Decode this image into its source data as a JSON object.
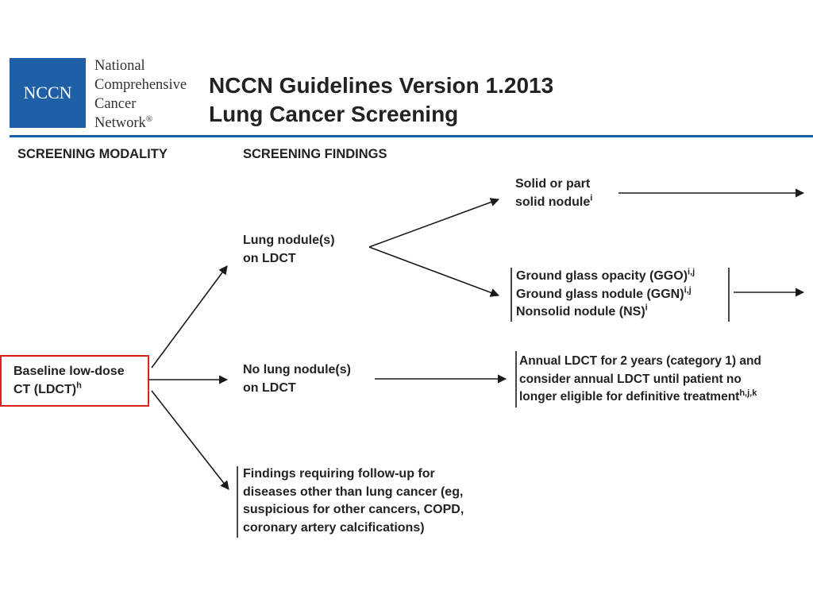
{
  "header": {
    "logo_abbr": "NCCN",
    "org_name_lines": [
      "National",
      "Comprehensive",
      "Cancer",
      "Network"
    ],
    "org_name_mark": "®",
    "title_line1": "NCCN Guidelines Version 1.2013",
    "title_line2": "Lung Cancer Screening",
    "brand_color": "#1f5fa6"
  },
  "columns": {
    "modality": "SCREENING MODALITY",
    "findings": "SCREENING FINDINGS"
  },
  "nodes": {
    "baseline": {
      "line1": "Baseline low-dose",
      "line2": "CT (LDCT)",
      "sup": "h"
    },
    "lung_nodules": {
      "line1": "Lung nodule(s)",
      "line2": "on LDCT"
    },
    "no_nodules": {
      "line1": "No lung nodule(s)",
      "line2": "on LDCT"
    },
    "other_findings": {
      "lines": [
        "Findings requiring follow-up for",
        "diseases other than lung cancer (eg,",
        "suspicious for other cancers, COPD,",
        "coronary artery calcifications)"
      ]
    },
    "solid": {
      "line1": "Solid or part",
      "line2": "solid nodule",
      "sup": "i"
    },
    "ggo": {
      "line1": "Ground glass opacity (GGO)",
      "sup1": "i,j",
      "line2": "Ground glass nodule (GGN)",
      "sup2": "i,j",
      "line3": "Nonsolid nodule (NS)",
      "sup3": "i"
    },
    "annual": {
      "line1": "Annual LDCT for 2 years (category 1) and",
      "line2": "consider annual LDCT until patient no",
      "line3": "longer eligible for definitive treatment",
      "sup": "h,j,k"
    }
  },
  "highlight_color": "#e0201e"
}
